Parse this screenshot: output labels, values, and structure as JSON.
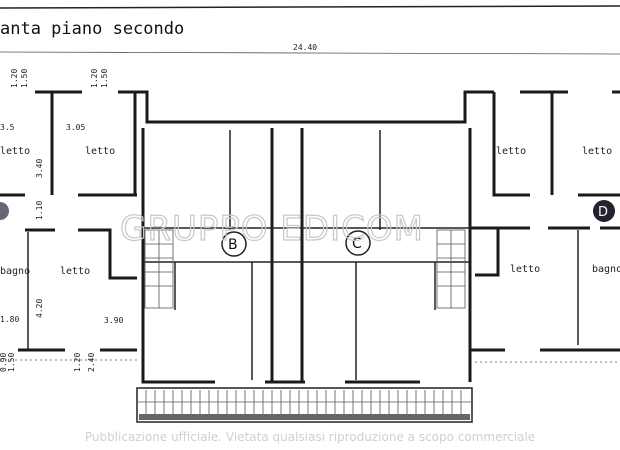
{
  "title": "anta piano secondo",
  "overall_dimension": "24.40",
  "units": [
    "B",
    "C",
    "D"
  ],
  "rooms": {
    "left_top_1": "letto",
    "left_top_2": "letto",
    "left_bottom_1": "bagno",
    "left_bottom_2": "letto",
    "right_top_1": "letto",
    "right_top_2": "letto",
    "right_bottom_1": "letto",
    "right_bottom_2": "bagno"
  },
  "dimensions": {
    "d1": "1.20",
    "d2": "1.50",
    "d3": "1.20",
    "d4": "1.50",
    "d5": "3.5",
    "d6": "3.05",
    "d7": "3.40",
    "d8": "1.10",
    "d9": "1.80",
    "d10": "4.20",
    "d11": "3.90",
    "d12": "0.90",
    "d13": "1.50",
    "d14": "1.20",
    "d15": "2.40"
  },
  "watermark": "GRUPPO EDICOM",
  "footer": "Pubblicazione ufficiale. Vietata qualsiasi riproduzione a scopo commerciale"
}
